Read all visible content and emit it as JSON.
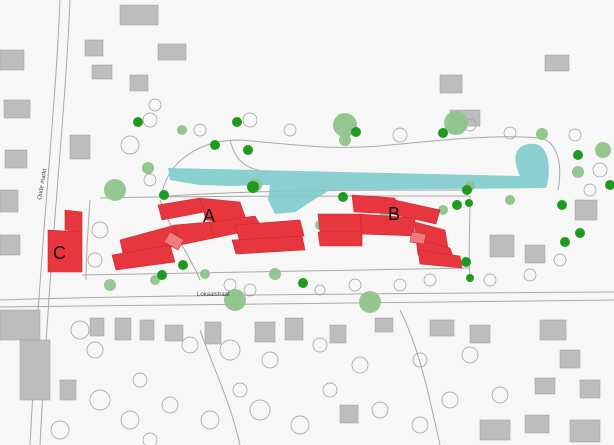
{
  "map": {
    "buildings": {
      "a": {
        "label": "A",
        "color": "#e8363e"
      },
      "b": {
        "label": "B",
        "color": "#e8363e"
      },
      "c": {
        "label": "C",
        "color": "#e8363e"
      }
    },
    "streets": {
      "main": "Lokaalstraat",
      "west": "Oude markt"
    },
    "colors": {
      "water": "#7ecbcc",
      "tree_green": "#1f9a1f",
      "tree_light": "#8fc48a",
      "gray_building": "#bdbdbd",
      "road_outline": "#9a9a9a"
    }
  }
}
